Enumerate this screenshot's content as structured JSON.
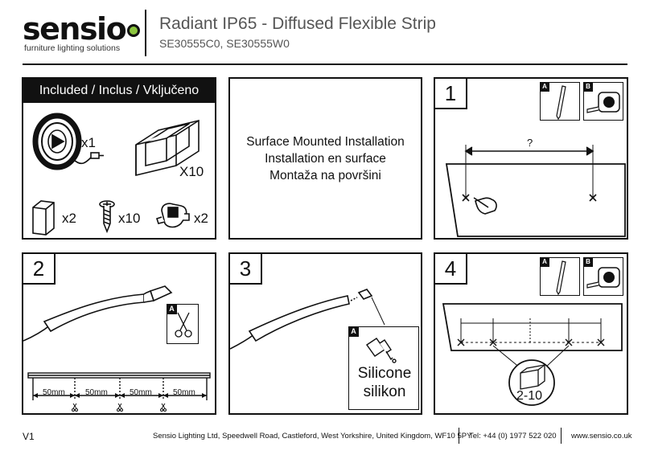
{
  "header": {
    "brand": "sensio",
    "tagline": "furniture lighting solutions",
    "title": "Radiant IP65 - Diffused Flexible Strip",
    "codes": "SE30555C0, SE30555W0"
  },
  "included": {
    "heading": "Included / Inclus / Vključeno",
    "items": [
      {
        "icon": "led-strip-reel-icon",
        "qty": "x1"
      },
      {
        "icon": "mounting-channel-icon",
        "qty": "X10"
      },
      {
        "icon": "end-cap-icon",
        "qty": "x2"
      },
      {
        "icon": "screw-icon",
        "qty": "x10"
      },
      {
        "icon": "connector-icon",
        "qty": "x2"
      }
    ]
  },
  "surface": {
    "lines": [
      "Surface Mounted Installation",
      "Installation en surface",
      "Montaža na površini"
    ]
  },
  "step1": {
    "number": "1",
    "tool_a": "A",
    "tool_b": "B",
    "question": "?"
  },
  "step2": {
    "number": "2",
    "tool_a": "A",
    "cut_spacing": [
      "50mm",
      "50mm",
      "50mm",
      "50mm"
    ]
  },
  "step3": {
    "number": "3",
    "tool_a": "A",
    "silicone_lines": [
      "Silicone",
      "silikon"
    ]
  },
  "step4": {
    "number": "4",
    "tool_a": "A",
    "tool_b": "B",
    "clip_count": "2-10"
  },
  "footer": {
    "version": "V1",
    "address": "Sensio Lighting Ltd, Speedwell Road, Castleford, West Yorkshire, United Kingdom, WF10 5PY",
    "tel": "Tel: +44 (0) 1977 522 020",
    "web": "www.sensio.co.uk"
  },
  "colors": {
    "ink": "#111111",
    "accent": "#8cc63f"
  }
}
